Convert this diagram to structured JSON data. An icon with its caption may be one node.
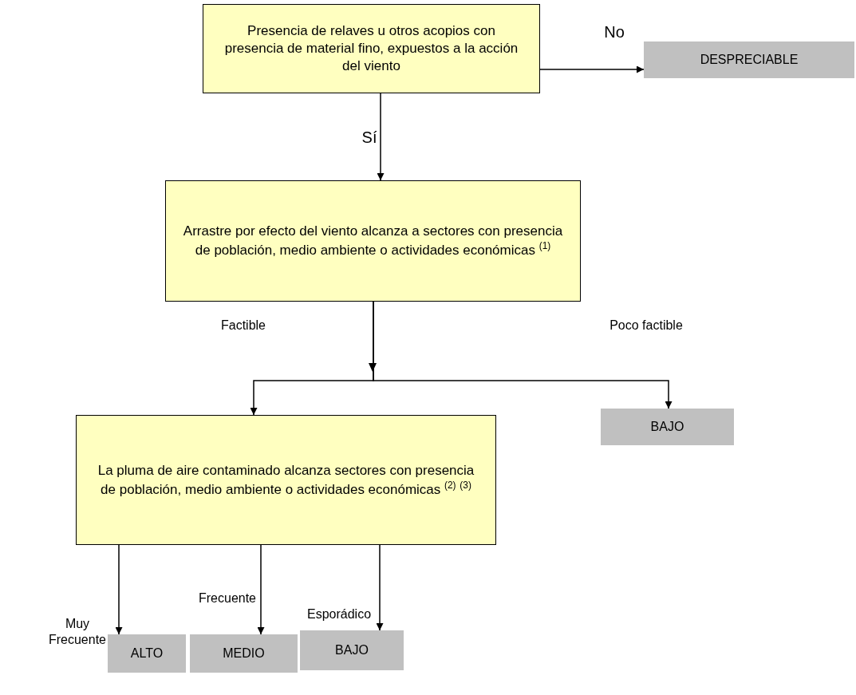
{
  "diagram": {
    "nodes": [
      {
        "text": [
          "Presencia de relaves u otros acopios con presencia de material fino, expuestos a la acción del viento"
        ]
      },
      {
        "text": [
          "DESPRECIABLE"
        ]
      },
      {
        "text": [
          "Arrastre por efecto del viento alcanza a sectores con presencia de población, medio ambiente o actividades económicas $^{(1)}$"
        ]
      },
      {
        "text": [
          "La pluma de aire contaminado alcanza sectores con presencia de población, medio ambiente o actividades económicas $^{(2)}$ $^{(3)}$"
        ]
      },
      {
        "text": [
          "BAJO"
        ]
      },
      {
        "text": [
          "ALTO"
        ]
      },
      {
        "text": [
          "MEDIO"
        ]
      },
      {
        "text": [
          "BAJO"
        ]
      }
    ],
    "edges": [
      {
        "from": 0,
        "to": 1,
        "arrow": "to",
        "label": "No"
      },
      {
        "from": 0,
        "to": 2,
        "arrow": "to",
        "label": "Sí"
      },
      {
        "from": 2,
        "to": 3,
        "arrow": "to",
        "label": "Factible"
      },
      {
        "from": 2,
        "to": 4,
        "arrow": "to",
        "label": "Poco factible"
      },
      {
        "from": 3,
        "to": 5,
        "arrow": "to",
        "label": "Muy Frecuente"
      },
      {
        "from": 3,
        "to": 6,
        "arrow": "to",
        "label": "Frecuente"
      },
      {
        "from": 3,
        "to": 7,
        "arrow": "to",
        "label": "Esporádico"
      }
    ]
  }
}
